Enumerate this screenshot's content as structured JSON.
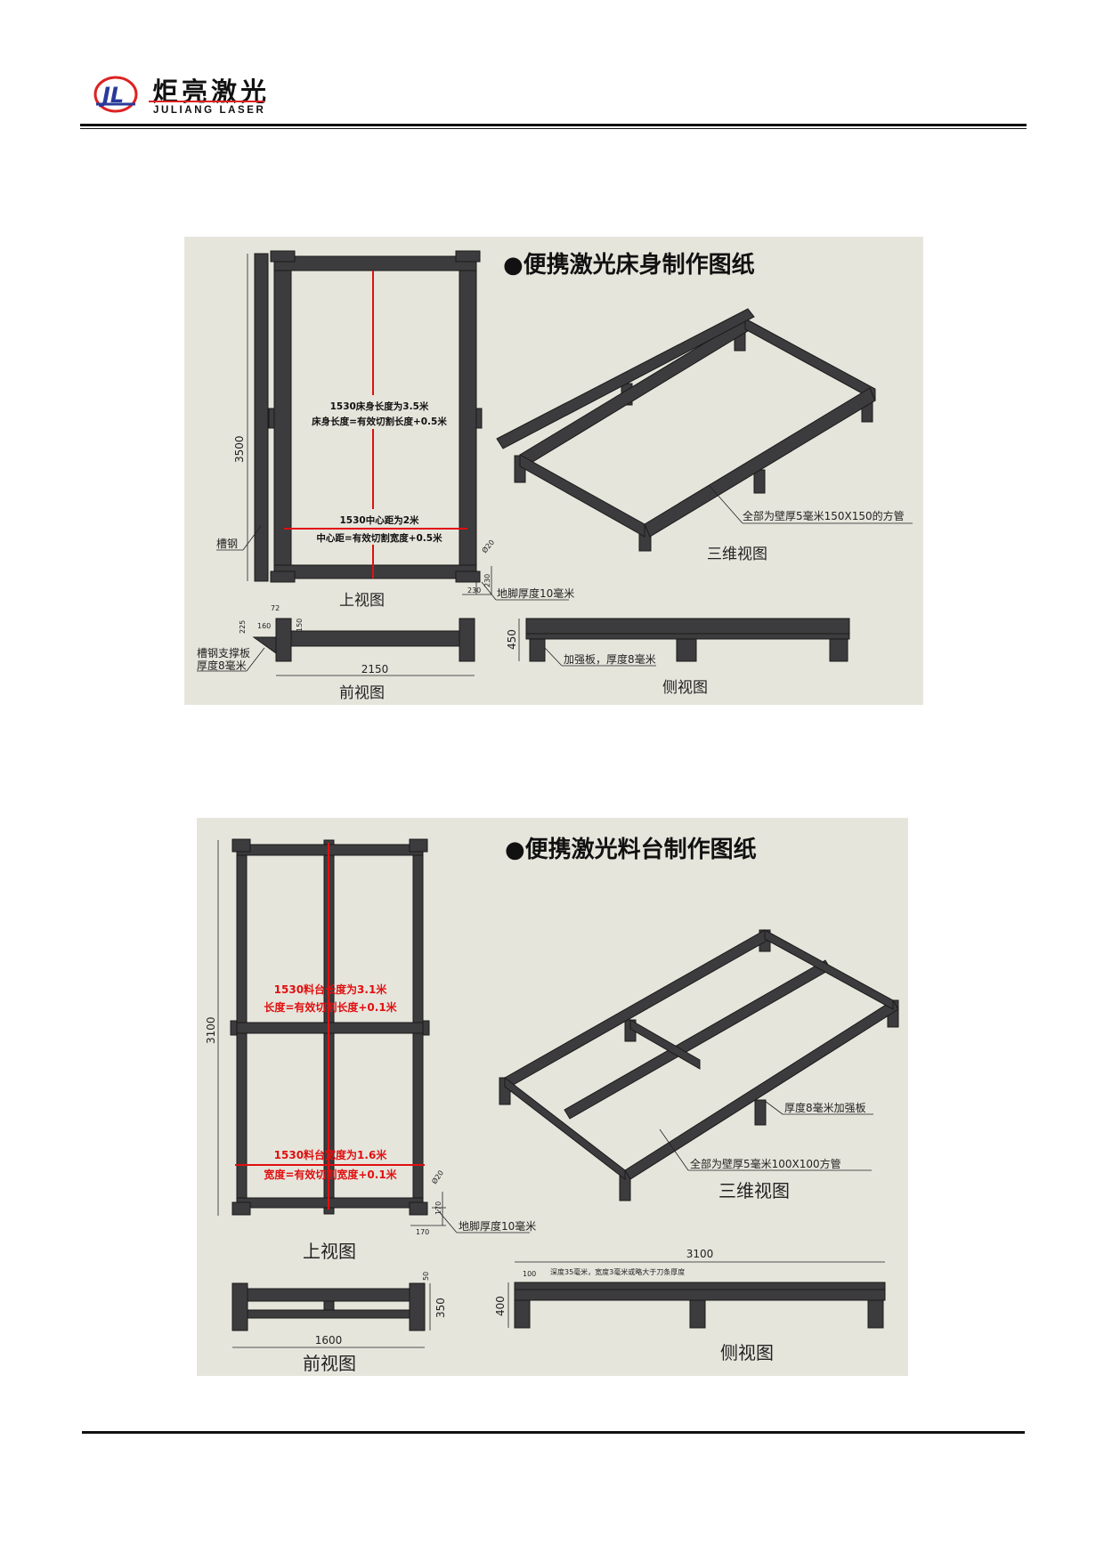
{
  "header": {
    "logo_cn": "炬亮激光",
    "logo_en": "JULIANG LASER",
    "logo_mark": "JL"
  },
  "bed_drawing": {
    "title": "●便携激光床身制作图纸",
    "top_view": {
      "label": "上视图",
      "length_dim": "3500",
      "channel_label": "槽钢",
      "length_note_1": "1530床身长度为3.5米",
      "length_note_2": "床身长度=有效切割长度+0.5米",
      "center_note_1": "1530中心距为2米",
      "center_note_2": "中心距=有效切割宽度+0.5米",
      "hole_dim": "Ø20",
      "foot_dim_h": "230",
      "foot_dim_w": "230",
      "foot_note": "地脚厚度10毫米"
    },
    "view_3d": {
      "label": "三维视图",
      "tube_note": "全部为壁厚5毫米150X150的方管"
    },
    "front_view": {
      "label": "前视图",
      "width_dim": "2150",
      "dim_72": "72",
      "dim_225": "225",
      "dim_160": "160",
      "dim_150": "150",
      "bracket_note_1": "槽钢支撑板",
      "bracket_note_2": "厚度8毫米"
    },
    "side_view": {
      "label": "侧视图",
      "height_dim": "450",
      "rib_note": "加强板，厚度8毫米"
    }
  },
  "table_drawing": {
    "title": "●便携激光料台制作图纸",
    "top_view": {
      "label": "上视图",
      "length_dim": "3100",
      "length_note_1": "1530料台长度为3.1米",
      "length_note_2": "长度=有效切割长度+0.1米",
      "width_note_1": "1530料台宽度为1.6米",
      "width_note_2": "宽度=有效切割宽度+0.1米",
      "hole_dim": "Ø20",
      "foot_dim_h": "170",
      "foot_dim_w": "170",
      "foot_note": "地脚厚度10毫米"
    },
    "view_3d": {
      "label": "三维视图",
      "rib_note": "厚度8毫米加强板",
      "tube_note": "全部为壁厚5毫米100X100方管"
    },
    "front_view": {
      "label": "前视图",
      "width_dim": "1600",
      "height_dim": "350",
      "dim_50": "50"
    },
    "side_view": {
      "label": "侧视图",
      "length_dim": "3100",
      "height_dim": "400",
      "pitch_dim": "100",
      "slot_note": "深度35毫米，宽度3毫米或略大于刀条厚度"
    }
  }
}
